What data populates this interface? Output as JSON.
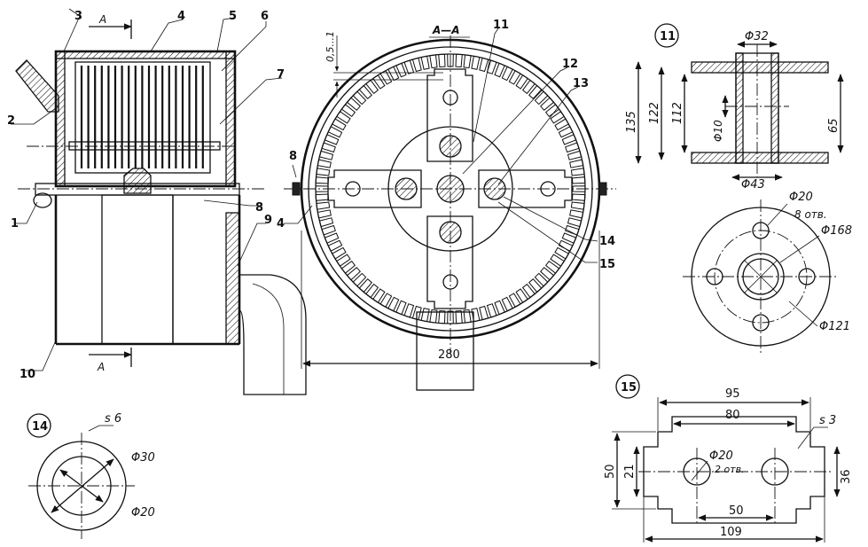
{
  "section_label": "А—А",
  "section_marks": {
    "top": "А",
    "bottom": "А"
  },
  "callouts": {
    "c1": "1",
    "c2": "2",
    "c3": "3",
    "c4": "4",
    "c5": "5",
    "c6": "6",
    "c7": "7",
    "c8": "8",
    "c9": "9",
    "c10": "10",
    "s8": "8",
    "s4": "4",
    "s11": "11",
    "s12": "12",
    "s13": "13",
    "s14": "14",
    "s15": "15"
  },
  "section_view": {
    "gap": "0,5...1",
    "diameter": "280"
  },
  "detail_11": {
    "number": "11",
    "d32": "Φ32",
    "d43": "Φ43",
    "d10": "Φ10",
    "h135": "135",
    "h122": "122",
    "h112": "112",
    "h65": "65",
    "d20": "Φ20",
    "holes": "8 отв.",
    "d168": "Φ168",
    "d121": "Φ121"
  },
  "detail_14": {
    "number": "14",
    "thickness": "s 6",
    "d30": "Φ30",
    "d20": "Φ20"
  },
  "detail_15": {
    "number": "15",
    "thickness": "s 3",
    "w95": "95",
    "w80": "80",
    "d20": "Φ20",
    "holes": "2 отв.",
    "w50": "50",
    "w109": "109",
    "h50": "50",
    "h21": "21",
    "h36": "36"
  }
}
